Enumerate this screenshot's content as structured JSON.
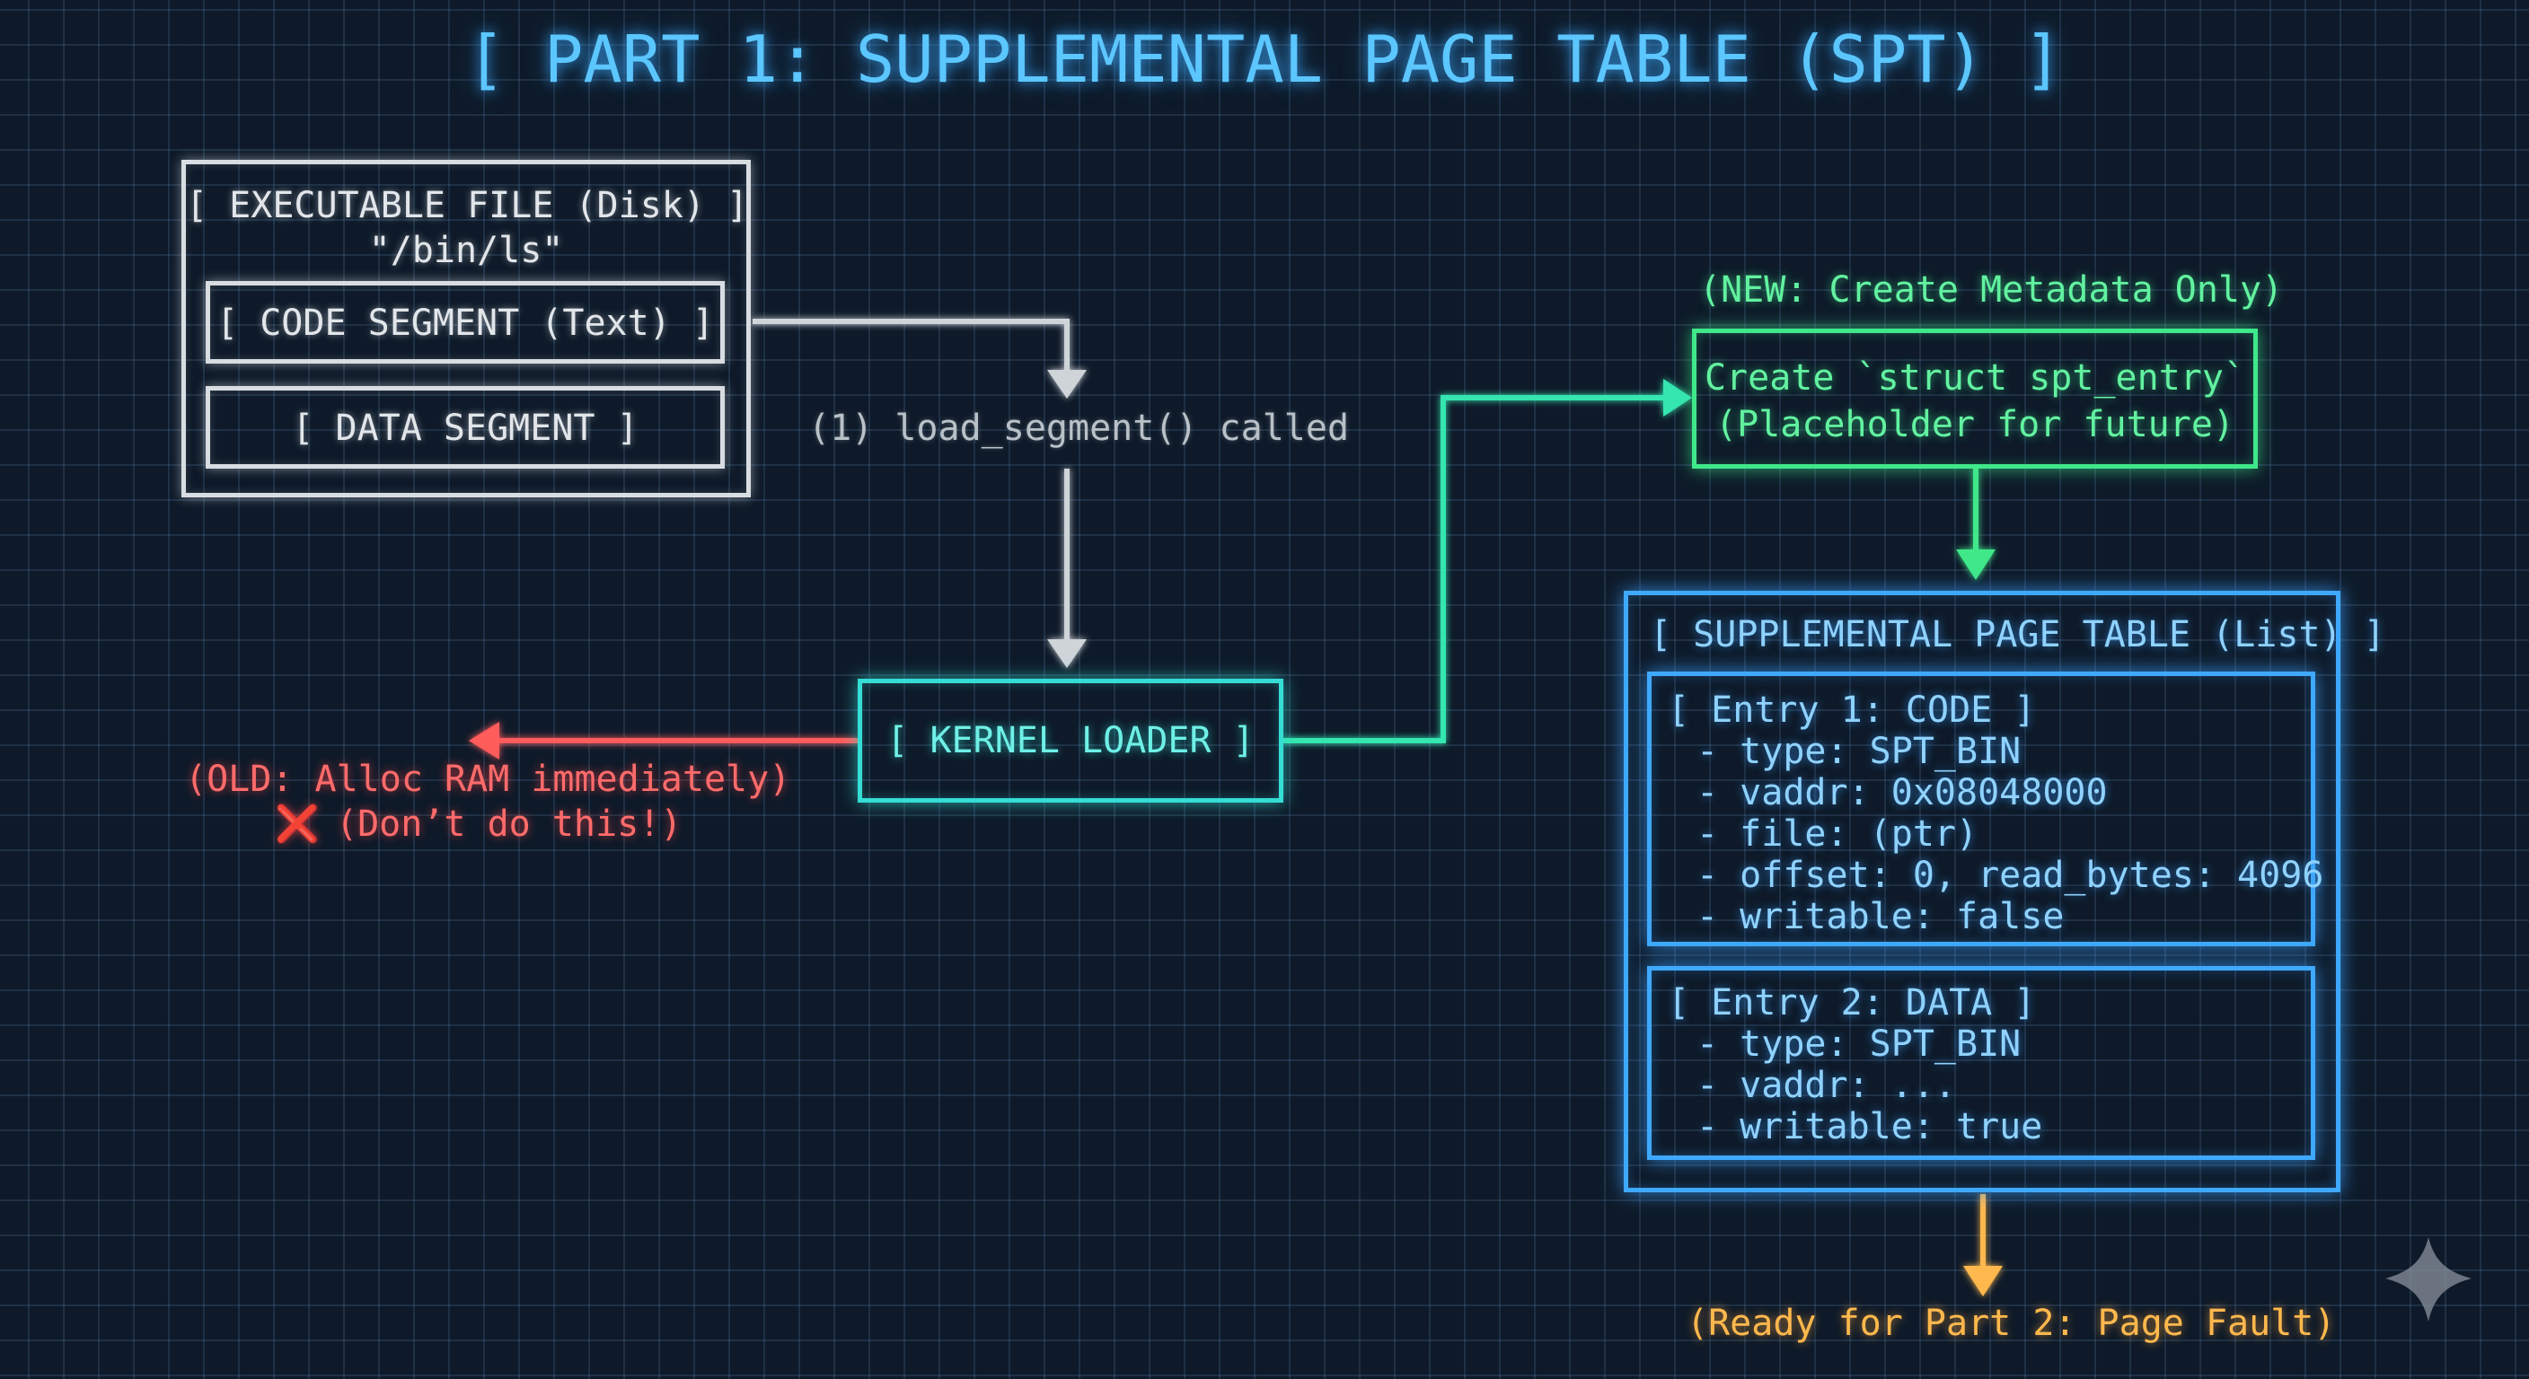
{
  "title": "[ PART 1: SUPPLEMENTAL PAGE TABLE (SPT) ]",
  "executable": {
    "header_line1": "[ EXECUTABLE FILE (Disk) ]",
    "header_line2": "\"/bin/ls\"",
    "code_segment": "[ CODE SEGMENT (Text) ]",
    "data_segment": "[ DATA SEGMENT ]"
  },
  "step_label": "(1) load_segment() called",
  "kernel_loader": "[ KERNEL LOADER ]",
  "old_path": {
    "line1": "(OLD: Alloc RAM immediately)",
    "cross_icon": "❌",
    "line2": "(Don’t do this!)"
  },
  "new_path": {
    "label": "(NEW: Create Metadata Only)",
    "line1": "Create `struct spt_entry`",
    "line2": "(Placeholder for future)"
  },
  "spt": {
    "title": "[ SUPPLEMENTAL PAGE TABLE (List) ]",
    "entries": [
      {
        "header": "[ Entry 1: CODE ]",
        "lines": [
          "- type: SPT_BIN",
          "- vaddr: 0x08048000",
          "- file: (ptr)",
          "- offset: 0, read_bytes: 4096",
          "- writable: false"
        ]
      },
      {
        "header": "[ Entry 2: DATA ]",
        "lines": [
          "- type: SPT_BIN",
          "- vaddr: ...",
          "- writable: true"
        ]
      }
    ]
  },
  "next_step": "(Ready for Part 2: Page Fault)",
  "colors": {
    "background": "#0e1a29",
    "title": "#5cc6ff",
    "white": "#d8dde2",
    "teal": "#35ddd5",
    "green": "#3fe88a",
    "blue": "#3fa8ff",
    "red": "#ff5c5c",
    "orange": "#ffb84d"
  },
  "watermark_icon": "sparkle-icon"
}
